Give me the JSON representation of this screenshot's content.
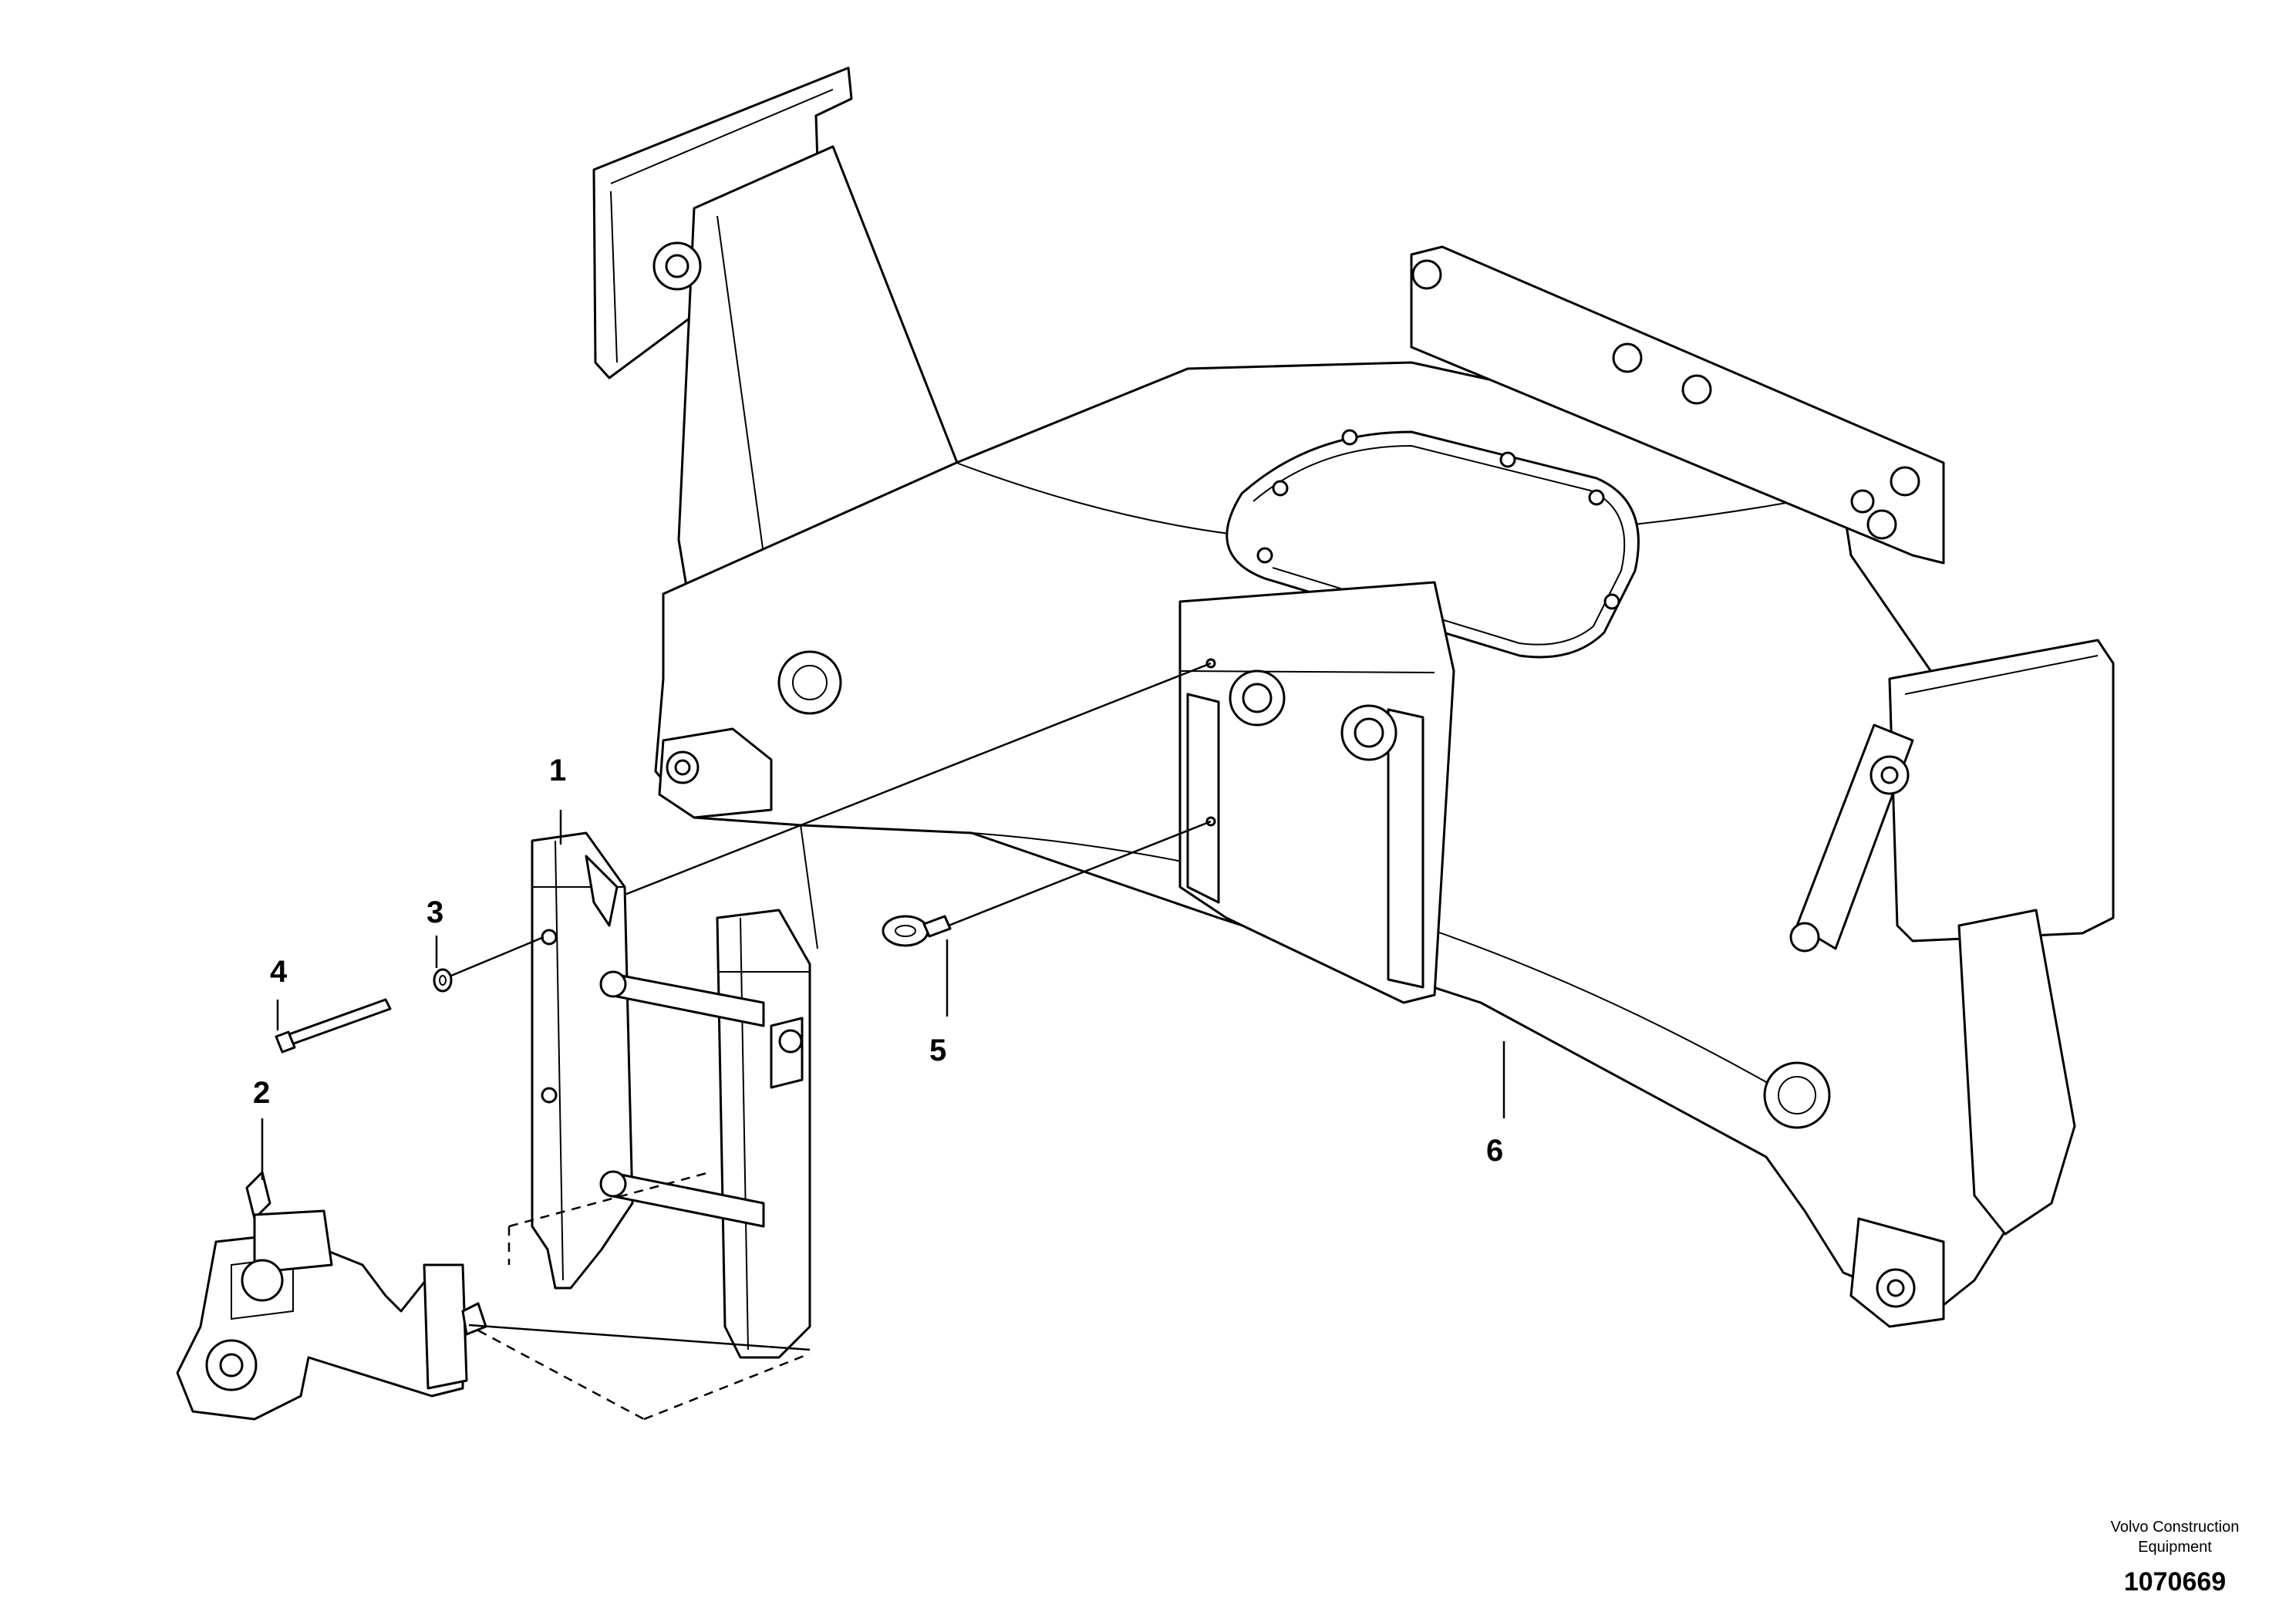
{
  "diagram": {
    "callouts": [
      {
        "id": "1",
        "label": "1"
      },
      {
        "id": "2",
        "label": "2"
      },
      {
        "id": "3",
        "label": "3"
      },
      {
        "id": "4",
        "label": "4"
      },
      {
        "id": "5",
        "label": "5"
      },
      {
        "id": "6",
        "label": "6"
      }
    ],
    "credit_line1": "Volvo Construction",
    "credit_line2": "Equipment",
    "document_number": "1070669"
  }
}
